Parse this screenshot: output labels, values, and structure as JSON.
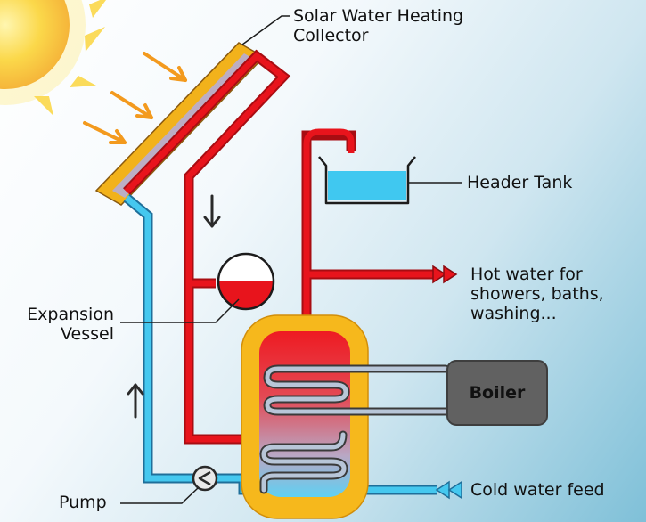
{
  "labels": {
    "collector_line1": "Solar Water Heating",
    "collector_line2": "Collector",
    "header_tank": "Header Tank",
    "hot_water_line1": "Hot water for",
    "hot_water_line2": "showers, baths,",
    "hot_water_line3": "washing...",
    "expansion_line1": "Expansion",
    "expansion_line2": "Vessel",
    "boiler": "Boiler",
    "pump": "Pump",
    "cold_feed": "Cold water feed"
  },
  "colors": {
    "hot_pipe": "#e8141c",
    "cold_pipe": "#45c8ef",
    "collector_frame": "#f2b21b",
    "sun": "#fbd84a",
    "sun_rays": "#f39a1e",
    "cylinder_jacket": "#f6b81c",
    "boiler": "#616161"
  }
}
